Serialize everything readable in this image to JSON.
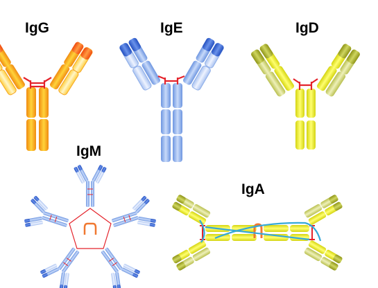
{
  "labels": {
    "igg": "IgG",
    "ige": "IgE",
    "igd": "IgD",
    "igm": "IgM",
    "iga": "IgA"
  },
  "palette": {
    "igg_heavy": "#ffb020",
    "igg_tip": "#ff5a10",
    "igg_light": "#ffe070",
    "ige_heavy": "#8fb2ee",
    "ige_tip": "#2f5fd0",
    "ige_light": "#c4d7f6",
    "igd_heavy": "#ecec3a",
    "igd_tip": "#a5ac2a",
    "igd_light": "#d6dc7a",
    "bond": "#e4232b",
    "j_chain": "#f07830",
    "secretory": "#35a8d8"
  }
}
